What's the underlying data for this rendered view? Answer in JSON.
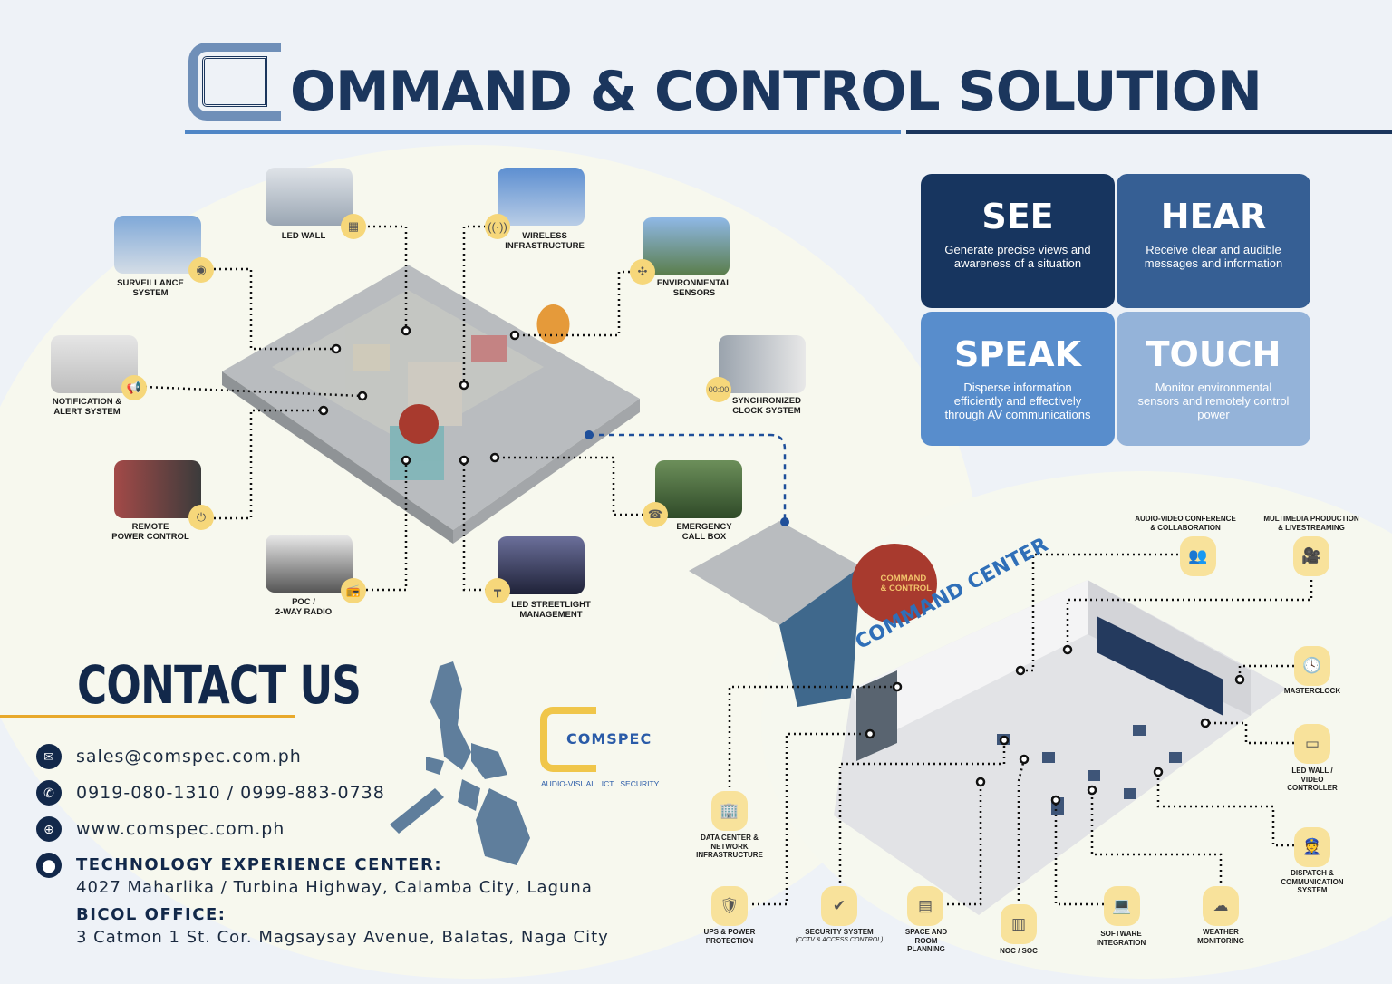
{
  "header": {
    "title_initial": "C",
    "title_rest": "OMMAND & CONTROL SOLUTION"
  },
  "pillars": [
    {
      "title": "SEE",
      "text": "Generate precise views and awareness of a situation",
      "color": "#17355f"
    },
    {
      "title": "HEAR",
      "text": "Receive clear and audible messages and information",
      "color": "#365f94"
    },
    {
      "title": "SPEAK",
      "text": "Disperse information efficiently and effectively through AV communications",
      "color": "#588dcc"
    },
    {
      "title": "TOUCH",
      "text": "Monitor environmental sensors and remotely control power",
      "color": "#94b3d9"
    }
  ],
  "city_nodes": {
    "led_wall": "LED WALL",
    "wireless": "WIRELESS\nINFRASTRUCTURE",
    "surveillance": "SURVEILLANCE\nSYSTEM",
    "environmental": "ENVIRONMENTAL\nSENSORS",
    "notification": "NOTIFICATION &\nALERT SYSTEM",
    "clock": "SYNCHRONIZED\nCLOCK SYSTEM",
    "remote_power": "REMOTE\nPOWER CONTROL",
    "emergency": "EMERGENCY\nCALL BOX",
    "poc_radio": "POC /\n2-WAY RADIO",
    "streetlight": "LED STREETLIGHT\nMANAGEMENT"
  },
  "command_center": {
    "badge": "COMMAND\n& CONTROL",
    "label": "COMMAND CENTER",
    "services": {
      "av_conf": "AUDIO-VIDEO CONFERENCE\n& COLLABORATION",
      "multimedia": "MULTIMEDIA PRODUCTION\n& LIVESTREAMING",
      "masterclock": "MASTERCLOCK",
      "led_controller": "LED WALL /\nVIDEO\nCONTROLLER",
      "dispatch": "DISPATCH &\nCOMMUNICATION\nSYSTEM",
      "data_center": "DATA CENTER &\nNETWORK\nINFRASTRUCTURE",
      "ups": "UPS & POWER\nPROTECTION",
      "security": "SECURITY SYSTEM",
      "security_sub": "(CCTV & ACCESS CONTROL)",
      "space": "SPACE AND\nROOM\nPLANNING",
      "noc": "NOC / SOC",
      "software": "SOFTWARE\nINTEGRATION",
      "weather": "WEATHER\nMONITORING"
    }
  },
  "contact": {
    "title": "CONTACT US",
    "email": "sales@comspec.com.ph",
    "phone": "0919-080-1310 / 0999-883-0738",
    "website": "www.comspec.com.ph",
    "tec_heading": "TECHNOLOGY EXPERIENCE CENTER:",
    "tec_address": "4027 Maharlika / Turbina Highway, Calamba City, Laguna",
    "bicol_heading": "BICOL OFFICE:",
    "bicol_address": "3 Catmon 1 St. Cor. Magsaysay Avenue, Balatas, Naga City"
  },
  "brand": {
    "name": "COMSPEC",
    "tagline": "AUDIO-VISUAL . ICT . SECURITY"
  },
  "colors": {
    "navy": "#1b365d",
    "accent_blue": "#4f86c6",
    "yellow": "#f6d77a",
    "orange": "#e8a92b",
    "red": "#a83a2e"
  }
}
